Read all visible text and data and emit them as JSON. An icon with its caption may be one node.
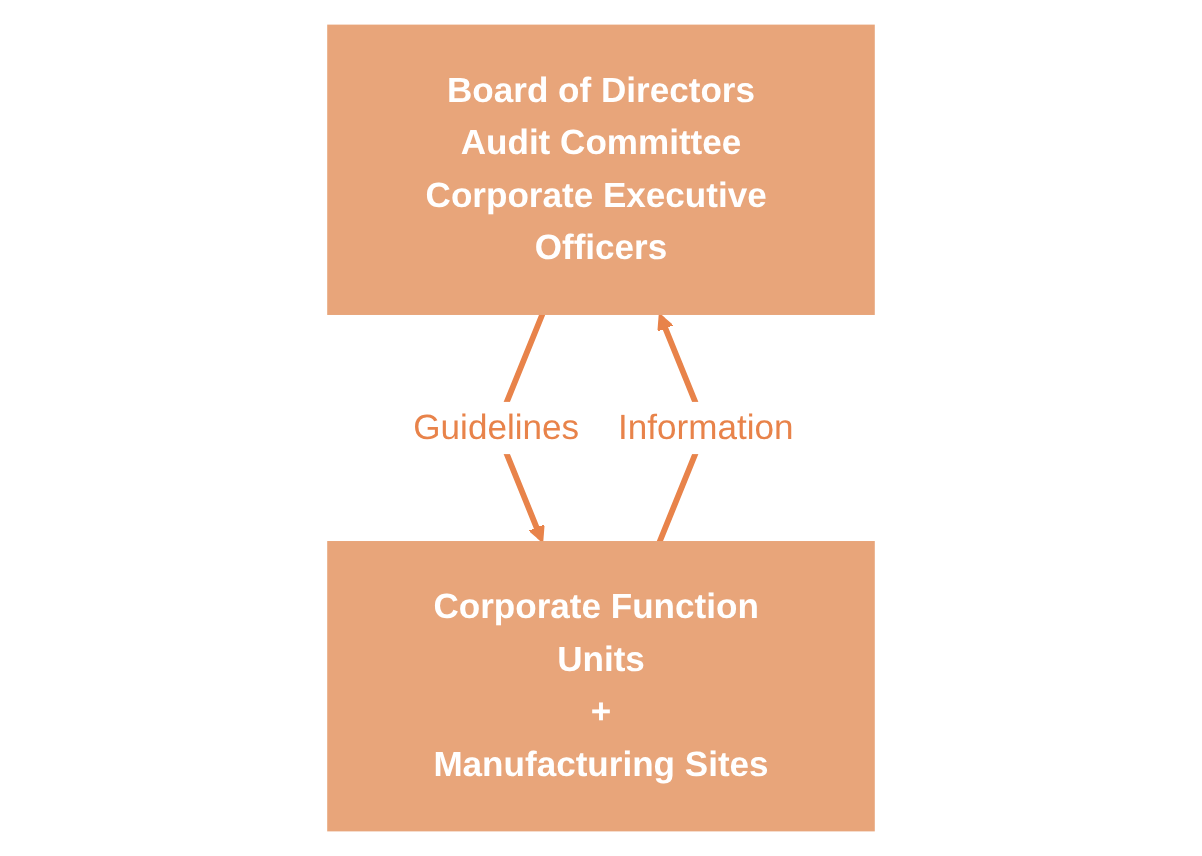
{
  "diagram": {
    "nodes": [
      {
        "text": [
          "Board of Directors",
          "Audit Committee",
          "Corporate Executive Officers"
        ]
      },
      {
        "text": [
          "Corporate Function Units",
          "+",
          "Manufacturing Sites"
        ]
      }
    ],
    "edges": [
      {
        "from": 0,
        "to": 1,
        "arrow": "to",
        "label": "Guidelines"
      },
      {
        "from": 1,
        "to": 0,
        "arrow": "to",
        "label": "Information"
      }
    ]
  }
}
